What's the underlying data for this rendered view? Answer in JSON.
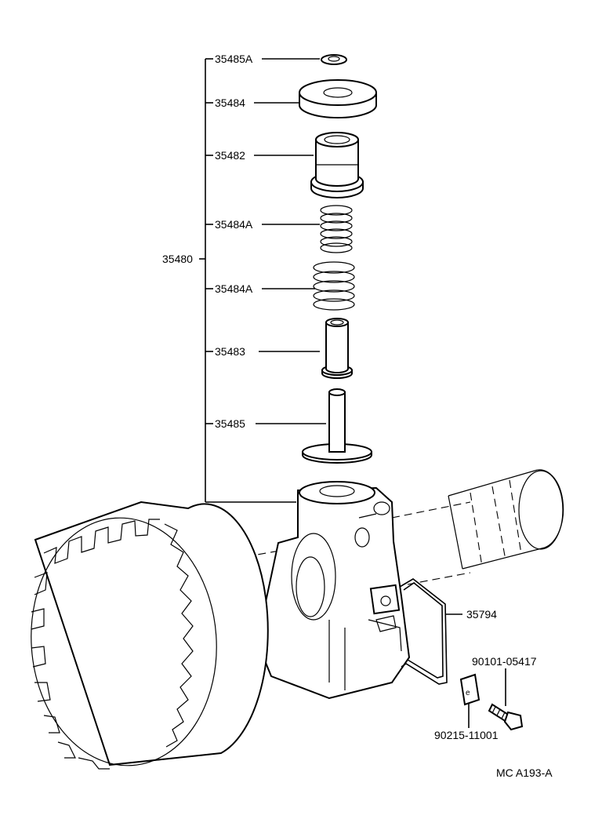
{
  "labels": {
    "assembly": "35480",
    "washer": "35485A",
    "seat": "35484",
    "piston": "35482",
    "spring_inner": "35484A",
    "spring_outer": "35484A",
    "sleeve": "35483",
    "valve": "35485",
    "wire": "35794",
    "bolt": "90101-05417",
    "lock_plate": "90215-11001"
  },
  "diagram_code": "MC  A193-A"
}
